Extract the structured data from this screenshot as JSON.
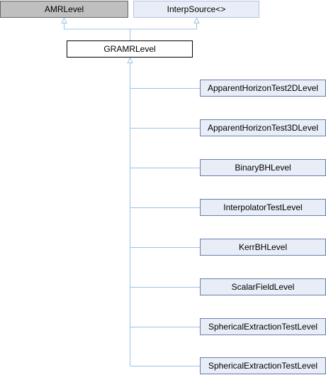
{
  "diagram": {
    "base_classes": [
      {
        "name": "AMRLevel"
      },
      {
        "name": "InterpSource<>"
      }
    ],
    "focus_class": {
      "name": "GRAMRLevel"
    },
    "derived_classes": [
      {
        "name": "ApparentHorizonTest2DLevel"
      },
      {
        "name": "ApparentHorizonTest3DLevel"
      },
      {
        "name": "BinaryBHLevel"
      },
      {
        "name": "InterpolatorTestLevel"
      },
      {
        "name": "KerrBHLevel"
      },
      {
        "name": "ScalarFieldLevel"
      },
      {
        "name": "SphericalExtractionTestLevel"
      },
      {
        "name": "SphericalExtractionTestLevel"
      }
    ],
    "colors": {
      "edge": "#9cc3e3",
      "base_fill": "#bfbfbf",
      "node_fill": "#e8edf7",
      "focus_border": "#000000"
    }
  }
}
